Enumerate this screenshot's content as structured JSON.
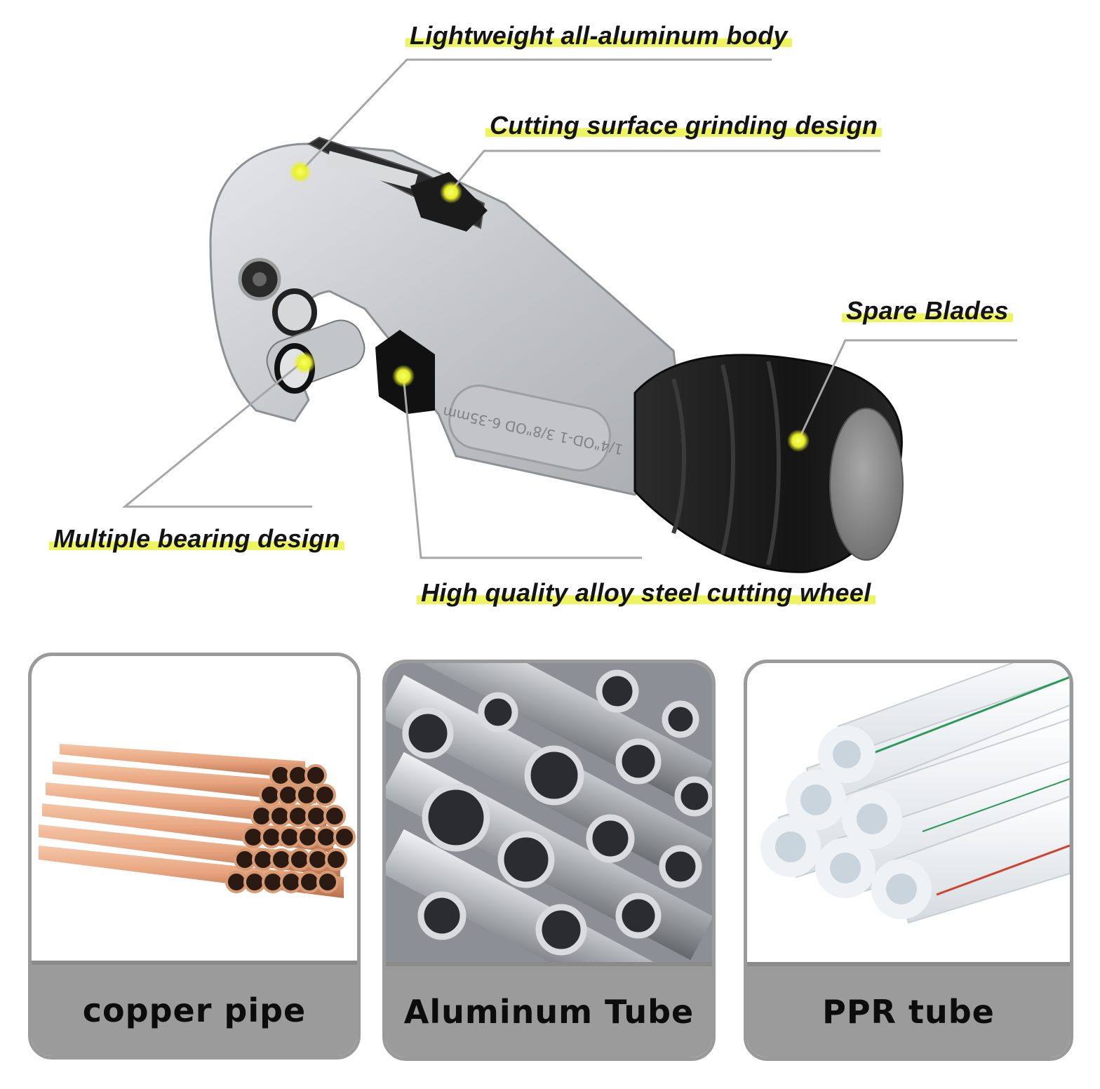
{
  "callouts": {
    "body": "Lightweight all-aluminum body",
    "grinding": "Cutting surface grinding design",
    "spare": "Spare Blades",
    "bearing": "Multiple bearing design",
    "wheel": "High quality alloy steel cutting wheel"
  },
  "tool": {
    "engraving": "1/4\"OD-1 3/8\"OD 6-35mm",
    "body_color": "#c9cbce",
    "knob_color": "#1f1f1f",
    "marker_color": "#e8f02a"
  },
  "materials": [
    {
      "label": "copper pipe",
      "icon": "copper-pipe-bundle-icon"
    },
    {
      "label": "Aluminum Tube",
      "icon": "aluminum-tube-bundle-icon"
    },
    {
      "label": "PPR tube",
      "icon": "ppr-tube-bundle-icon"
    }
  ]
}
